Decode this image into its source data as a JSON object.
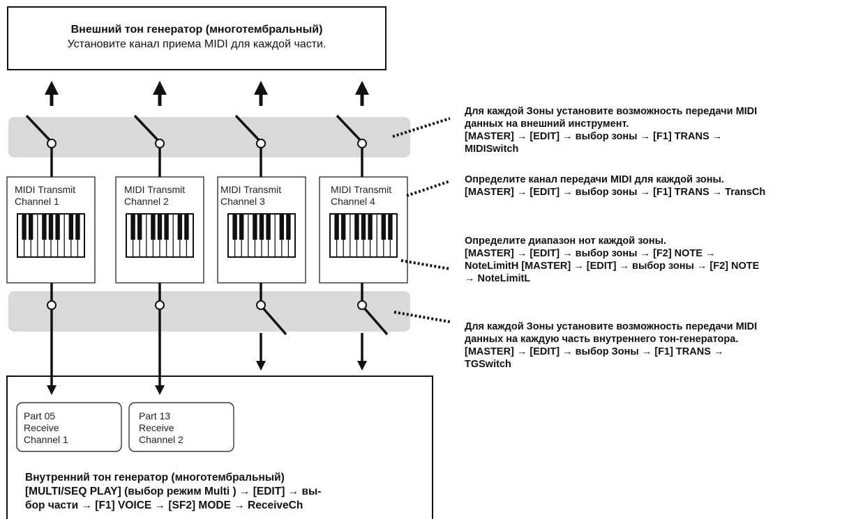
{
  "external": {
    "title": "Внешний тон генератор (многотембральный)",
    "subtitle": "Установите канал приема MIDI для каждой части."
  },
  "zones": [
    {
      "line1": "MIDI Transmit",
      "line2": "Channel 1"
    },
    {
      "line1": "MIDI Transmit",
      "line2": "Channel 2"
    },
    {
      "line1": "MIDI Transmit",
      "line2": "Channel 3"
    },
    {
      "line1": "MIDI Transmit",
      "line2": "Channel 4"
    }
  ],
  "parts": [
    {
      "line1": "Part 05",
      "line2": "Receive",
      "line3": "Channel 1"
    },
    {
      "line1": "Part 13",
      "line2": "Receive",
      "line3": "Channel 2"
    }
  ],
  "internal": {
    "line1": "Внутренний тон генератор (многотембральный)",
    "line2": "[MULTI/SEQ PLAY] (выбор режим Multi ) → [EDIT] → вы-",
    "line3": "бор части → [F1] VOICE → [SF2] MODE → ReceiveCh"
  },
  "notes": [
    {
      "lines": [
        "Для каждой Зоны установите возможность передачи MIDI",
        "данных на внешний инструмент.",
        "[MASTER] → [EDIT] → выбор зоны → [F1] TRANS →",
        "MIDISwitch"
      ]
    },
    {
      "lines": [
        "Определите канал передачи MIDI для каждой зоны.",
        "[MASTER] → [EDIT] → выбор зоны → [F1] TRANS → TransCh"
      ]
    },
    {
      "lines": [
        "Определите диапазон нот каждой зоны.",
        "[MASTER] → [EDIT] → выбор зоны → [F2] NOTE →",
        "NoteLimitH [MASTER] → [EDIT] → выбор зоны → [F2] NOTE",
        "→ NoteLimitL"
      ]
    },
    {
      "lines": [
        "Для каждой Зоны установите возможность передачи MIDI",
        "данных на каждую часть внутреннего тон-генератора.",
        "[MASTER] → [EDIT] → выбор Зоны → [F1] TRANS →",
        "TGSwitch"
      ]
    }
  ],
  "switch_states": {
    "upper": [
      "open",
      "open",
      "open",
      "open"
    ],
    "lower": [
      "closed",
      "closed",
      "open",
      "open"
    ]
  },
  "colors": {
    "band": "#d9d9d9",
    "line": "#111111",
    "box_border": "#111111"
  }
}
